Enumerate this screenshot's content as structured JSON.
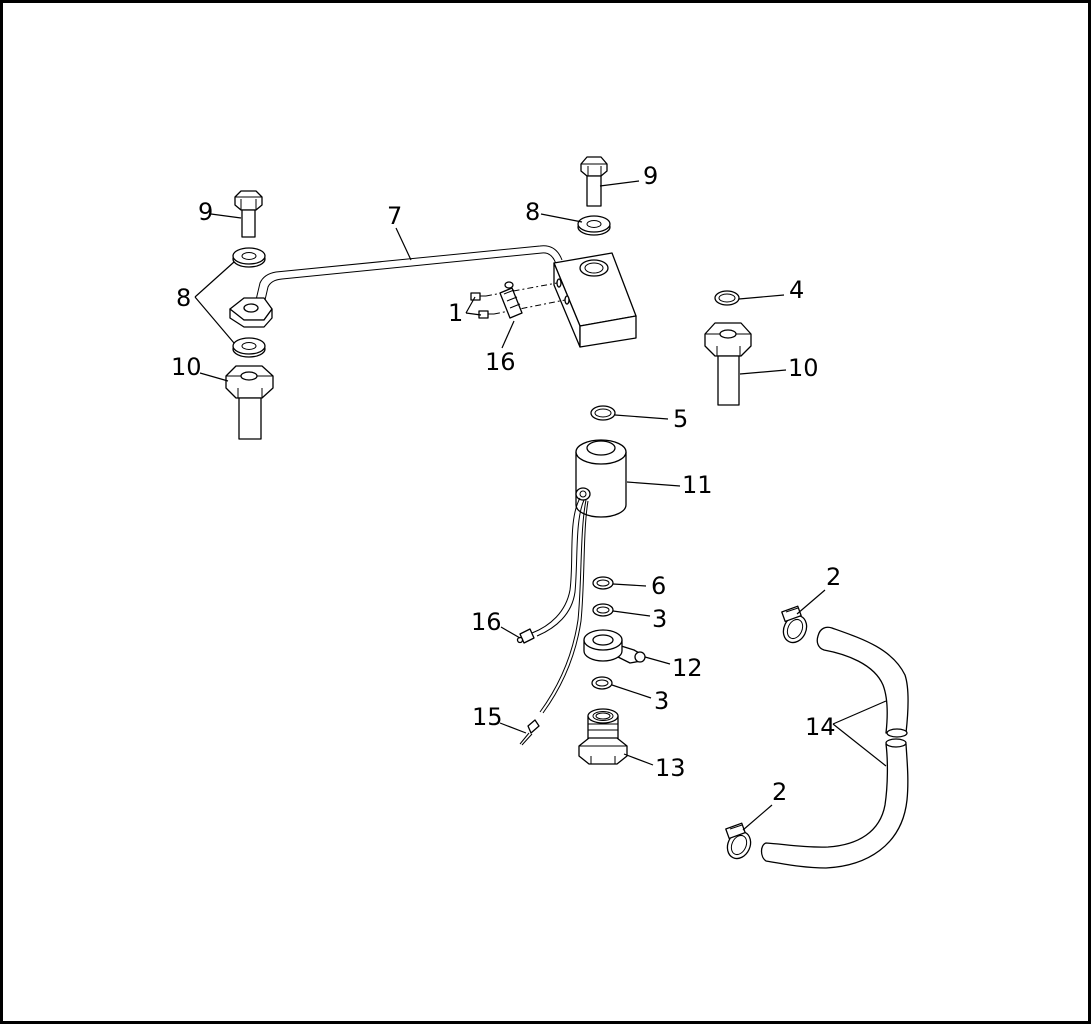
{
  "callouts": {
    "c1": "1",
    "c2a": "2",
    "c2b": "2",
    "c3a": "3",
    "c3b": "3",
    "c4": "4",
    "c5": "5",
    "c6": "6",
    "c7": "7",
    "c8a": "8",
    "c8b": "8",
    "c9a": "9",
    "c9b": "9",
    "c10a": "10",
    "c10b": "10",
    "c11": "11",
    "c12": "12",
    "c13": "13",
    "c14": "14",
    "c15": "15",
    "c16a": "16",
    "c16b": "16"
  },
  "parts": {
    "1": "screw",
    "2": "hose-clamp",
    "3": "o-ring",
    "4": "o-ring",
    "5": "o-ring",
    "6": "o-ring",
    "7": "tube-assembly",
    "8": "washer",
    "9": "bolt",
    "10": "banjo-bolt",
    "11": "solenoid-coil",
    "12": "banjo-fitting",
    "13": "adapter-fitting",
    "14": "hose",
    "15": "wire-terminal",
    "16": "wire-connector"
  }
}
